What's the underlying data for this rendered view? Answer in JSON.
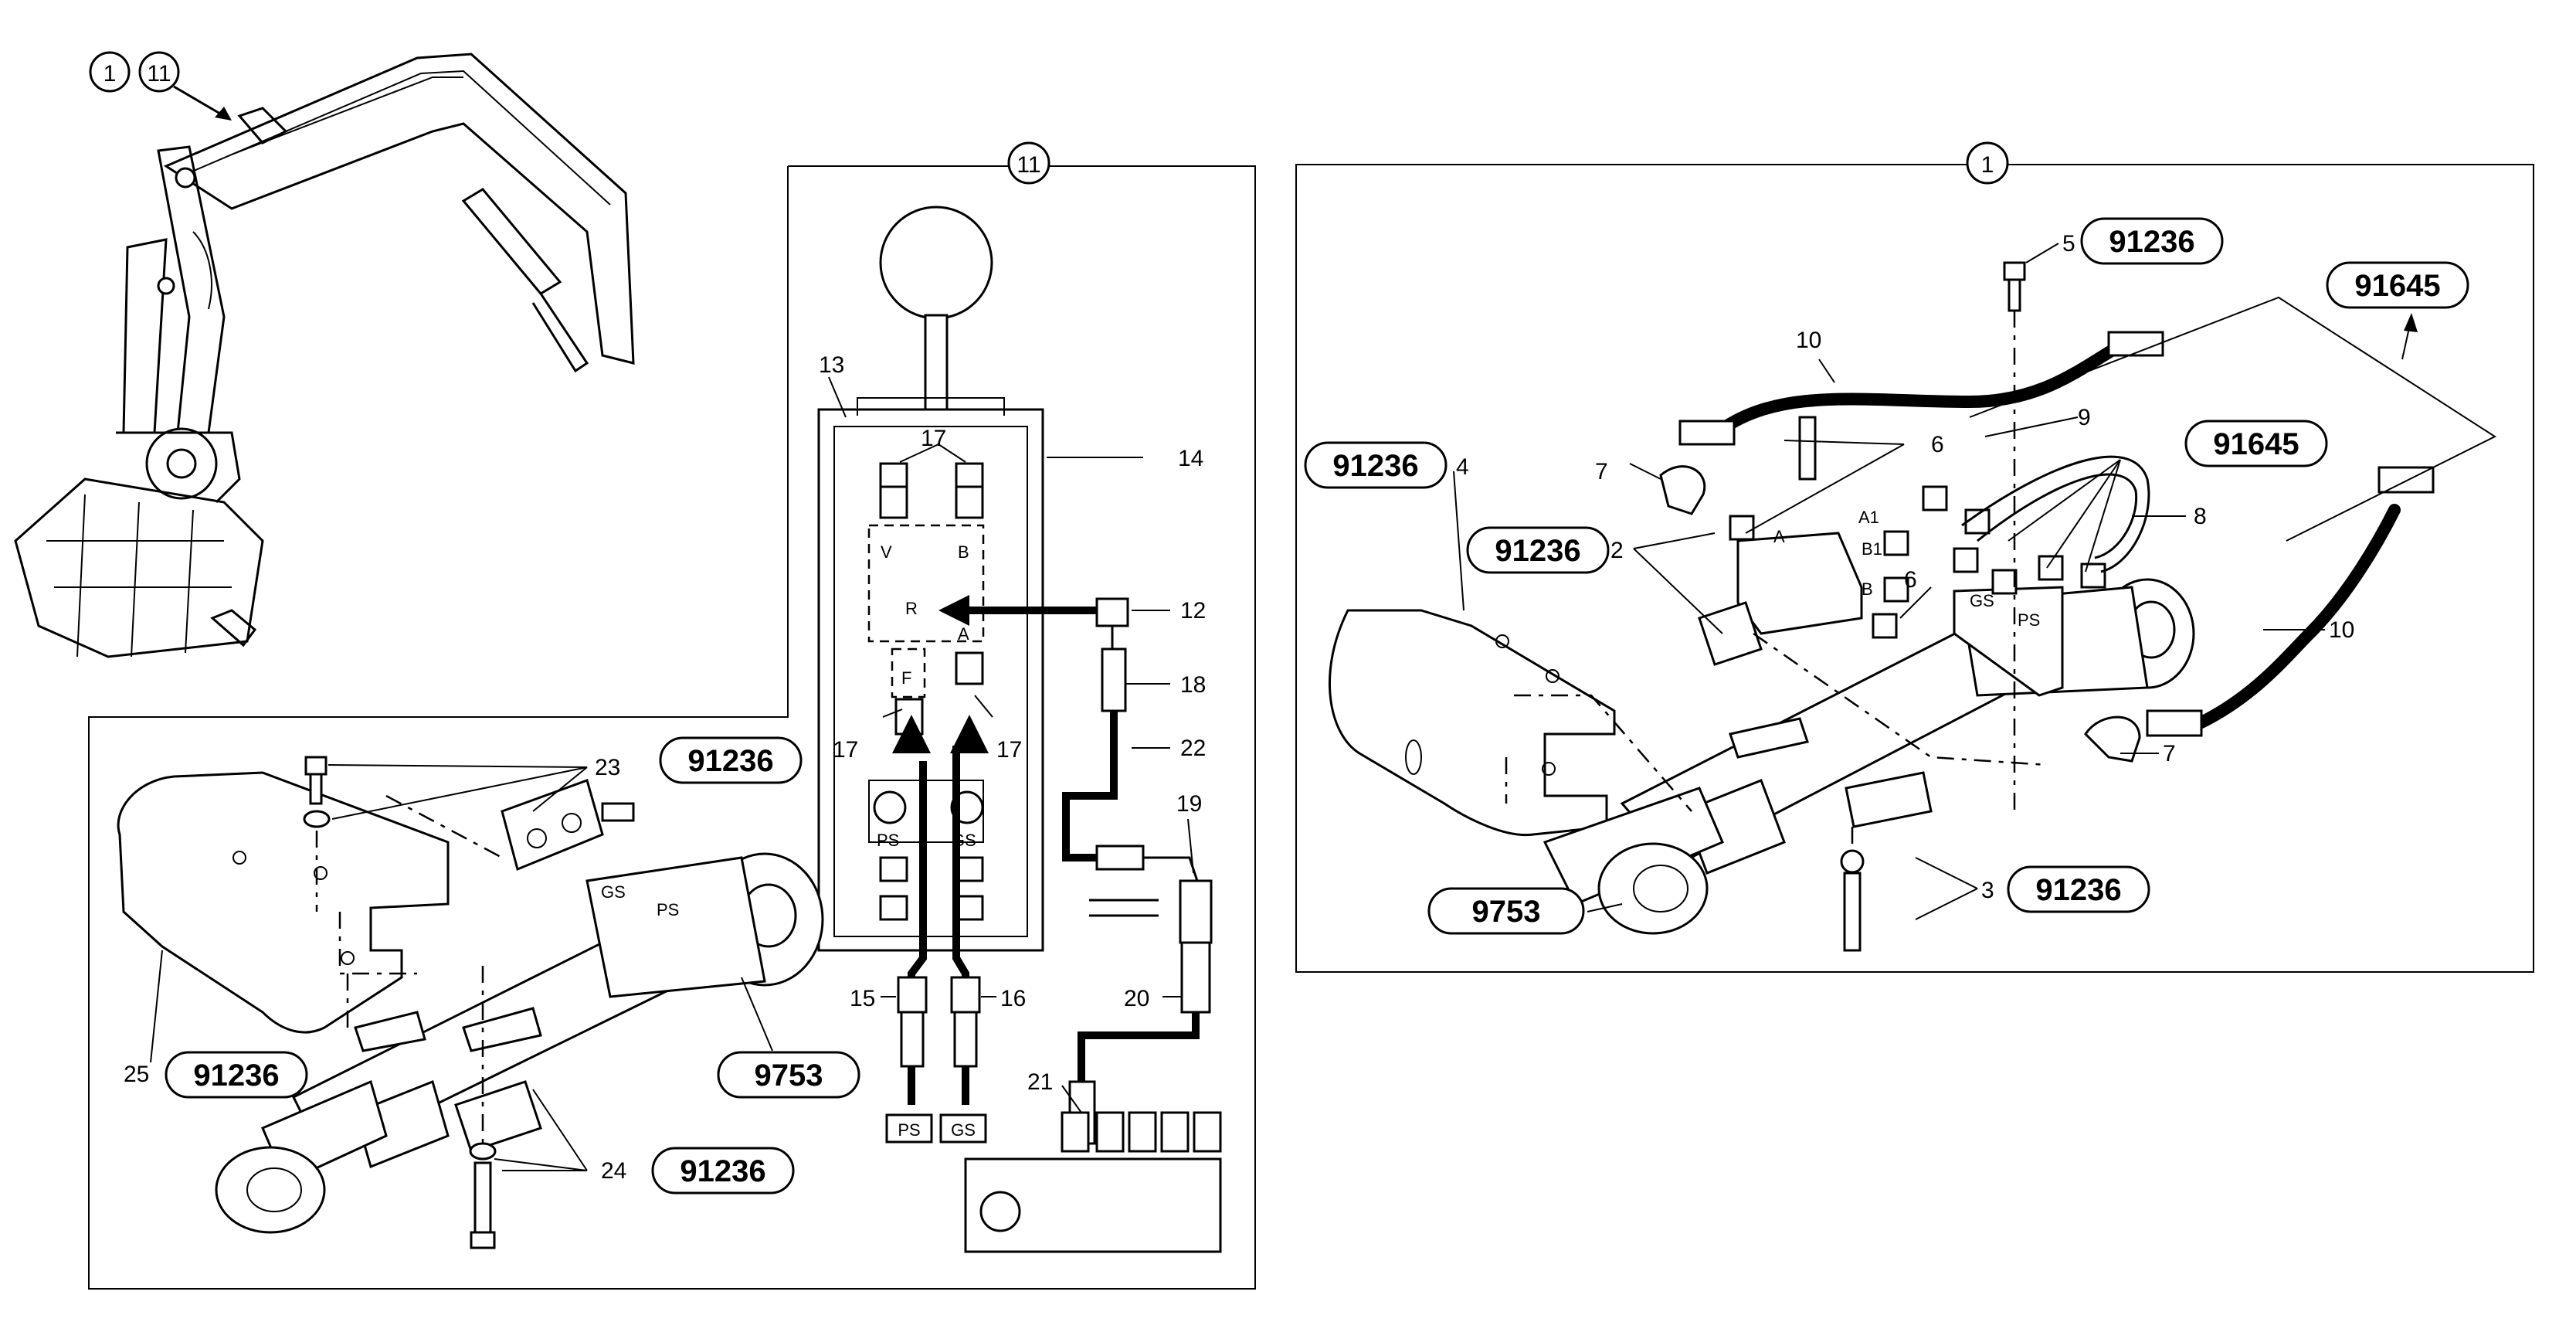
{
  "circles": {
    "c1": "1",
    "c11": "11"
  },
  "panel_11": {
    "items": [
      "13",
      "14",
      "17",
      "17",
      "17",
      "12",
      "18",
      "22",
      "19",
      "15",
      "16",
      "20",
      "21"
    ],
    "valve_letters": {
      "v": "V",
      "b": "B",
      "r": "R",
      "a": "A",
      "f": "F",
      "ps": "PS",
      "gs": "GS"
    },
    "tags": {
      "ps": "PS",
      "gs": "GS"
    }
  },
  "panel_1": {
    "items": [
      "5",
      "10",
      "9",
      "8",
      "6",
      "6",
      "7",
      "7",
      "4",
      "2",
      "10",
      "3"
    ],
    "refs": {
      "r5": "91236",
      "r91645a": "91645",
      "r91645b": "91645",
      "r4": "91236",
      "r2": "91236",
      "r9753": "9753",
      "r3": "91236"
    },
    "block_letters": {
      "a": "A",
      "a1": "A1",
      "b1": "B1",
      "b": "B",
      "gs": "GS",
      "ps": "PS"
    }
  },
  "panel_bottom": {
    "items": [
      "23",
      "25",
      "24"
    ],
    "refs": {
      "r23": "91236",
      "r25": "91236",
      "r9753": "9753",
      "r24": "91236"
    },
    "block_letters": {
      "gs": "GS",
      "ps": "PS"
    }
  }
}
